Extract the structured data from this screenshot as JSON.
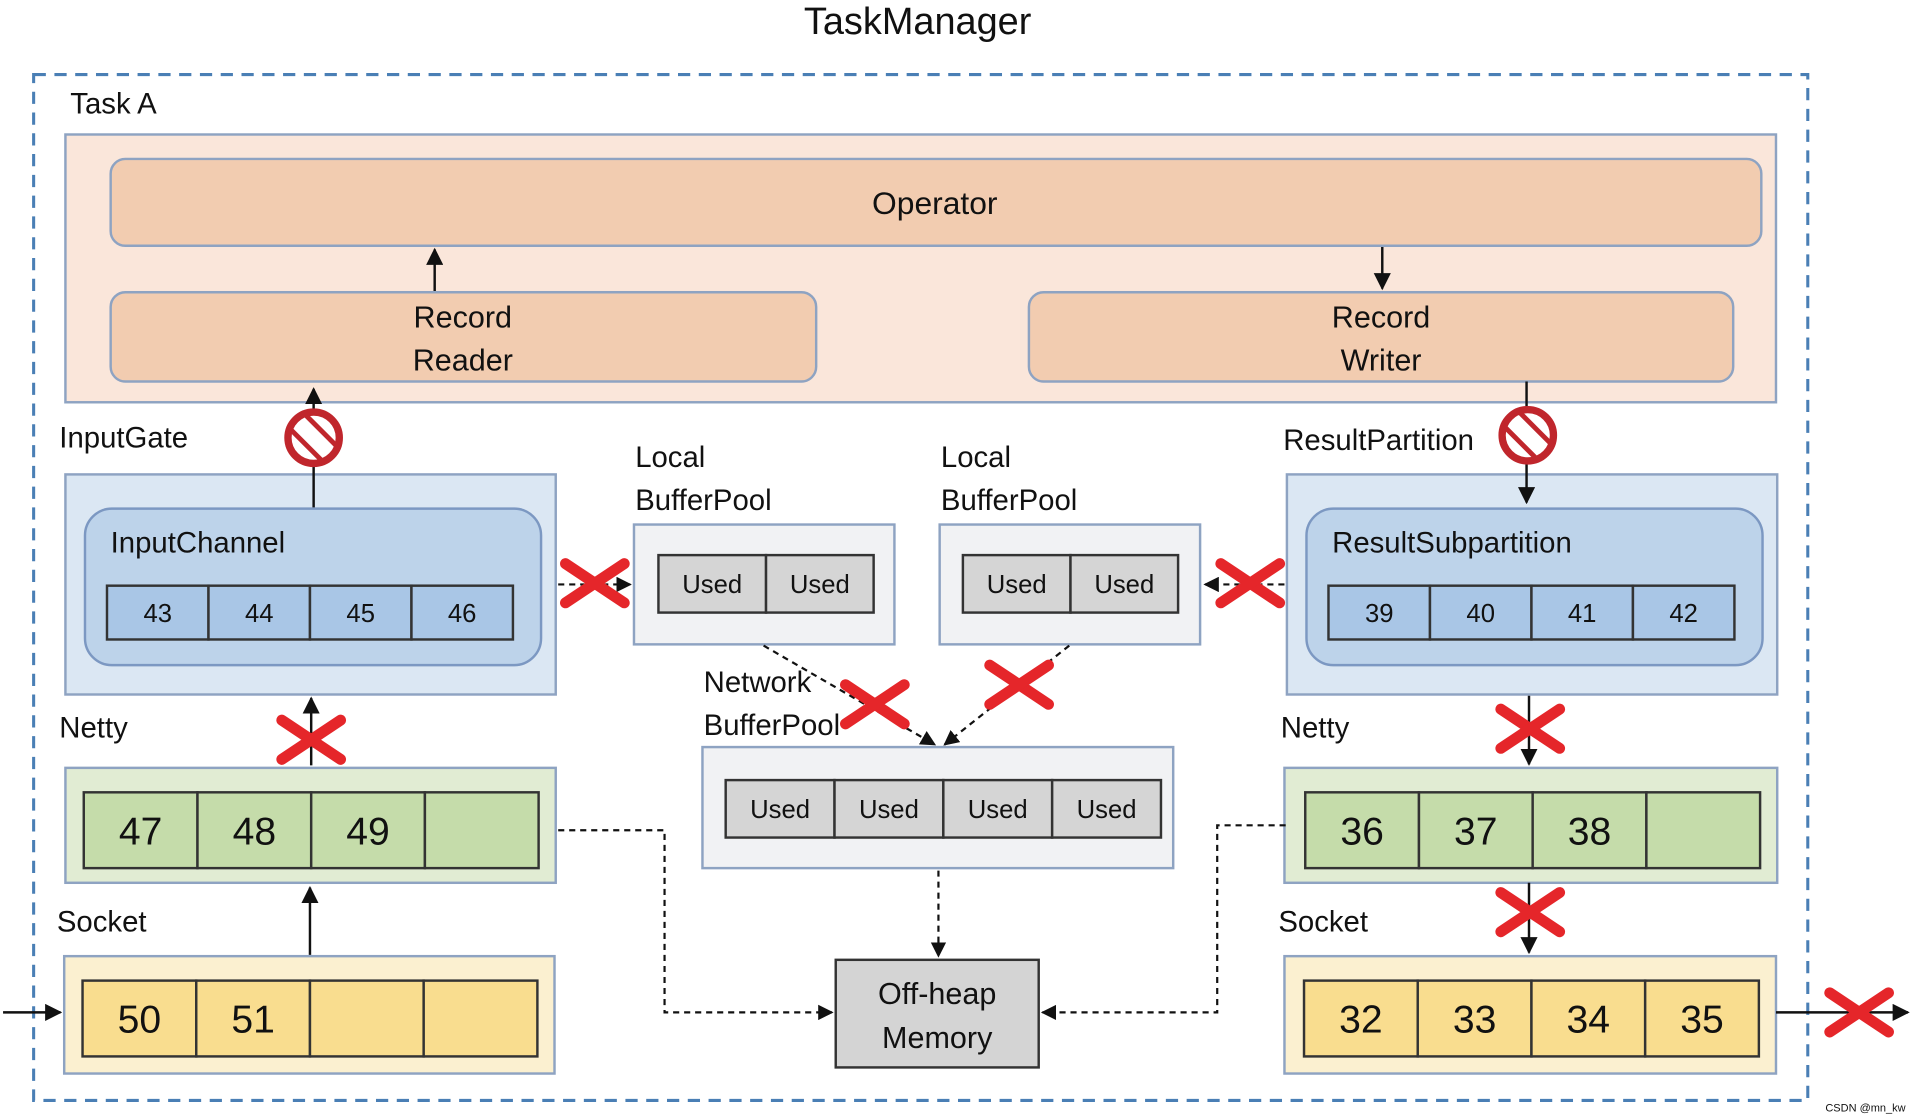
{
  "title": "TaskManager",
  "task_label": "Task A",
  "operator": "Operator",
  "record_reader": [
    "Record",
    "Reader"
  ],
  "record_writer": [
    "Record",
    "Writer"
  ],
  "input_gate": {
    "label": "InputGate",
    "channel_label": "InputChannel",
    "buffers": [
      "43",
      "44",
      "45",
      "46"
    ]
  },
  "result_partition": {
    "label": "ResultPartition",
    "subpartition_label": "ResultSubpartition",
    "buffers": [
      "39",
      "40",
      "41",
      "42"
    ]
  },
  "local_pool_left": {
    "label": [
      "Local",
      "BufferPool"
    ],
    "slots": [
      "Used",
      "Used"
    ]
  },
  "local_pool_right": {
    "label": [
      "Local",
      "BufferPool"
    ],
    "slots": [
      "Used",
      "Used"
    ]
  },
  "network_pool": {
    "label": [
      "Network",
      "BufferPool"
    ],
    "slots": [
      "Used",
      "Used",
      "Used",
      "Used"
    ]
  },
  "netty_left": {
    "label": "Netty",
    "slots": [
      "47",
      "48",
      "49",
      ""
    ]
  },
  "netty_right": {
    "label": "Netty",
    "slots": [
      "36",
      "37",
      "38",
      ""
    ]
  },
  "socket_left": {
    "label": "Socket",
    "slots": [
      "50",
      "51",
      "",
      ""
    ]
  },
  "socket_right": {
    "label": "Socket",
    "slots": [
      "32",
      "33",
      "34",
      "35"
    ]
  },
  "offheap": [
    "Off-heap",
    "Memory"
  ],
  "watermark": "CSDN @mn_kw",
  "colors": {
    "task_outline": "#4a7fb5",
    "operator_fill": "#f2ccb0",
    "operator_area_fill": "#fae6da",
    "operator_border": "#8ea3c2",
    "input_area_fill": "#dbe7f3",
    "channel_fill": "#bdd3ea",
    "channel_cell_fill": "#a9c6e6",
    "pool_fill": "#f1f2f4",
    "slot_fill": "#d5d5d5",
    "netty_area_fill": "#e1ecd3",
    "netty_cell_fill": "#c5dcaa",
    "socket_area_fill": "#fbf0d0",
    "socket_cell_fill": "#f9dd8f",
    "offheap_fill": "#d4d4d4",
    "cross_red": "#e5262a",
    "block_red": "#c0262c"
  },
  "icons": [
    "red-cross-icon",
    "no-entry-icon",
    "arrow-icon"
  ]
}
